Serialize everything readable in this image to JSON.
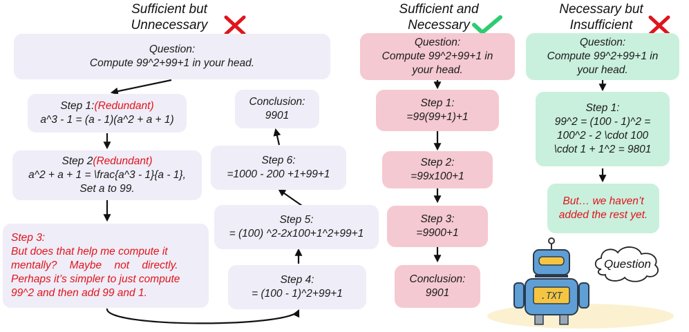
{
  "headers": {
    "left_line1": "Sufficient but",
    "left_line2": "Unnecessary",
    "middle_line1": "Sufficient and",
    "middle_line2": "Necessary",
    "right_line1": "Necessary but",
    "right_line2": "Insufficient"
  },
  "left": {
    "question_label": "Question:",
    "question_text": "Compute 99^2+99+1 in your head.",
    "step1_label": "Step 1:",
    "step1_tag": "(Redundant)",
    "step1_text": "a^3 - 1 = (a - 1)(a^2 + a + 1)",
    "step2_label": "Step 2",
    "step2_tag": "(Redundant)",
    "step2_line1": "a^2 + a + 1 = \\frac{a^3 - 1}{a - 1},",
    "step2_line2": "Set a to 99.",
    "step3_label": "Step 3:",
    "step3_line1": "But does that help me compute it",
    "step3_line2": "mentally? Maybe not directly.",
    "step3_line3": "Perhaps it’s simpler to just compute",
    "step3_line4": "99^2 and then add 99 and 1.",
    "step4_label": "Step 4:",
    "step4_text": "= (100 - 1)^2+99+1",
    "step5_label": "Step 5:",
    "step5_text": "= (100) ^2-2x100+1^2+99+1",
    "step6_label": "Step 6:",
    "step6_text": "=1000 - 200 +1+99+1",
    "conclusion_label": "Conclusion:",
    "conclusion_value": "9901"
  },
  "middle": {
    "question_label": "Question:",
    "question_line1": "Compute 99^2+99+1 in",
    "question_line2": "your head.",
    "step1_label": "Step 1:",
    "step1_text": "=99(99+1)+1",
    "step2_label": "Step 2:",
    "step2_text": "=99x100+1",
    "step3_label": "Step 3:",
    "step3_text": "=9900+1",
    "conclusion_label": "Conclusion:",
    "conclusion_value": "9901"
  },
  "right": {
    "question_label": "Question:",
    "question_line1": "Compute 99^2+99+1 in",
    "question_line2": "your head.",
    "step1_label": "Step 1:",
    "step1_line1": "99^2 = (100 - 1)^2 =",
    "step1_line2": "100^2 - 2 \\cdot 100",
    "step1_line3": "\\cdot 1 + 1^2 = 9801",
    "note_line1": "But… we haven’t",
    "note_line2": "added the rest yet."
  },
  "robot": {
    "screen_text": ".TXT",
    "cloud_text": "Question"
  },
  "colors": {
    "lavender": "#efedf7",
    "pink": "#f5c9d1",
    "mint": "#c9f0dd",
    "red": "#e0141c",
    "check_green": "#2ecc71"
  }
}
